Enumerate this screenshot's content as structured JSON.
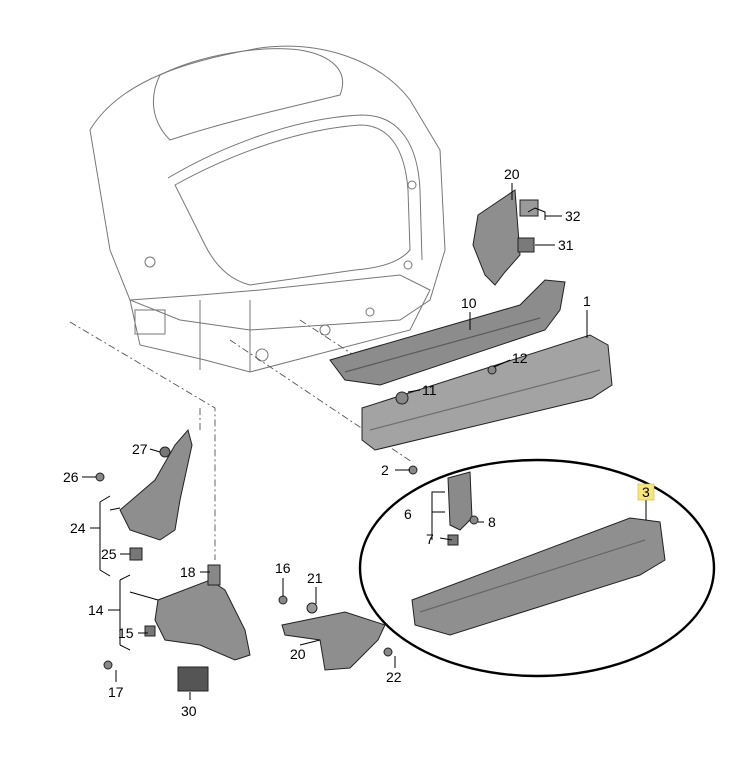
{
  "callouts": {
    "c1": "1",
    "c2": "2",
    "c3": "3",
    "c6": "6",
    "c7": "7",
    "c8": "8",
    "c10": "10",
    "c11": "11",
    "c12": "12",
    "c14": "14",
    "c15": "15",
    "c16": "16",
    "c17": "17",
    "c18": "18",
    "c20a": "20",
    "c20b": "20",
    "c21": "21",
    "c22": "22",
    "c24": "24",
    "c25": "25",
    "c26": "26",
    "c27": "27",
    "c30": "30",
    "c31": "31",
    "c32": "32"
  },
  "colors": {
    "highlight": "#f7e67a",
    "parts": "#8a8a8a",
    "body": "#e6e6e6",
    "ellipse": "#000000"
  }
}
